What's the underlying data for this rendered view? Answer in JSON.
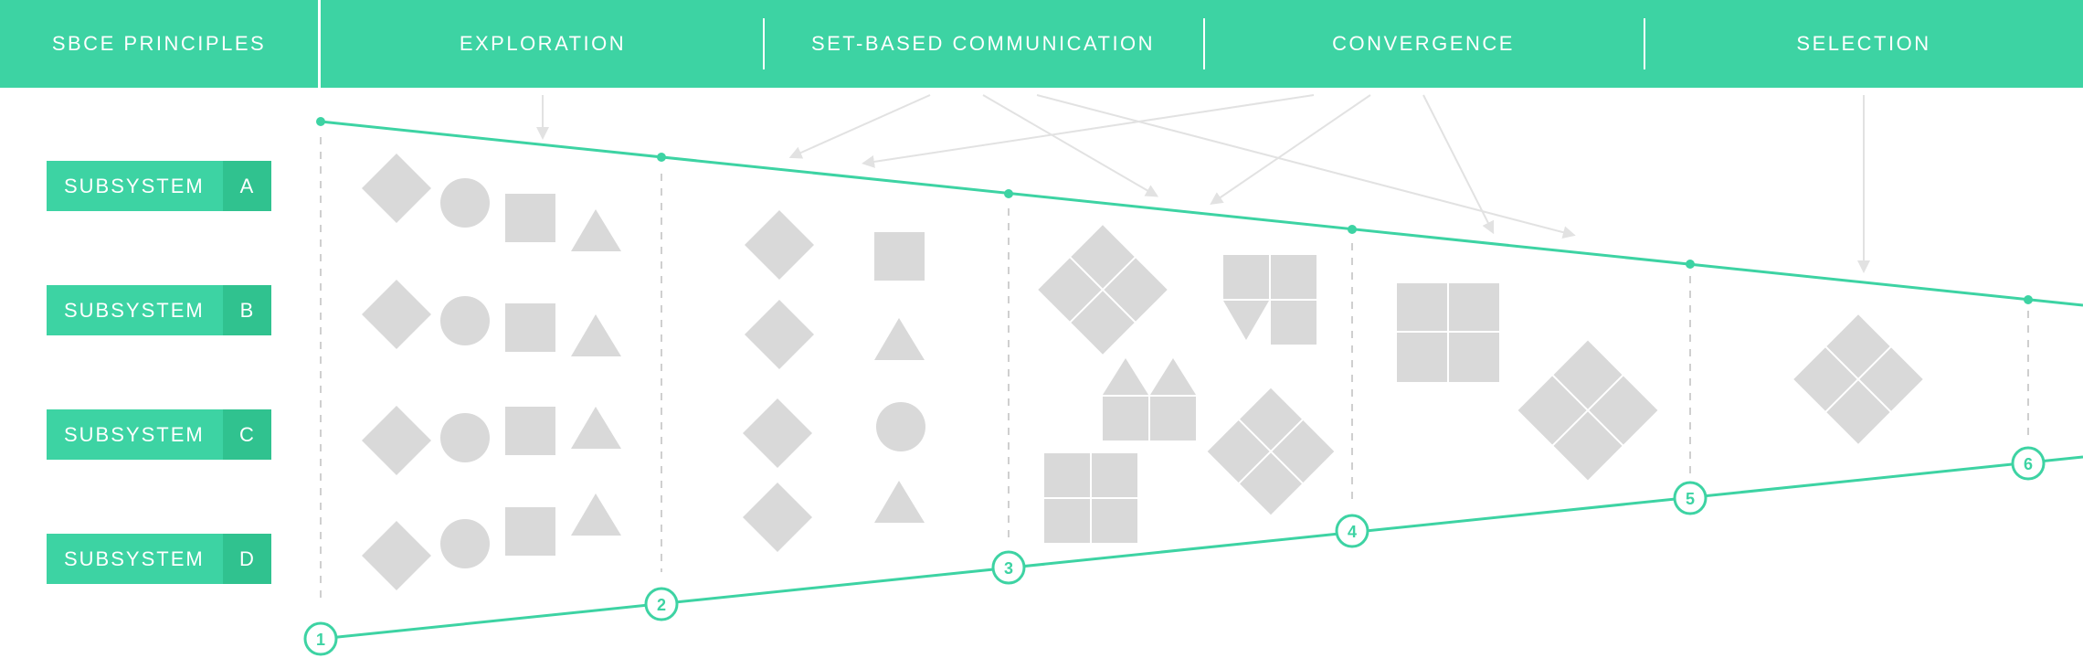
{
  "colors": {
    "accent": "#3dd3a3",
    "accent_dark": "#30c28f",
    "shape": "#d9d9d9",
    "arrow": "#e4e4e4",
    "dash": "#cfcfcf",
    "text_on_accent": "#ffffff"
  },
  "header": {
    "title": "SBCE PRINCIPLES",
    "phases": [
      "EXPLORATION",
      "SET-BASED COMMUNICATION",
      "CONVERGENCE",
      "SELECTION"
    ]
  },
  "subsystems": [
    {
      "label": "SUBSYSTEM",
      "code": "A"
    },
    {
      "label": "SUBSYSTEM",
      "code": "B"
    },
    {
      "label": "SUBSYSTEM",
      "code": "C"
    },
    {
      "label": "SUBSYSTEM",
      "code": "D"
    }
  ],
  "stages": [
    "1",
    "2",
    "3",
    "4",
    "5",
    "6"
  ],
  "icons": {
    "shapes": [
      "diamond-icon",
      "circle-icon",
      "square-icon",
      "triangle-icon",
      "diamond-cluster-icon",
      "square-grid-icon",
      "house-shape-icon"
    ]
  }
}
